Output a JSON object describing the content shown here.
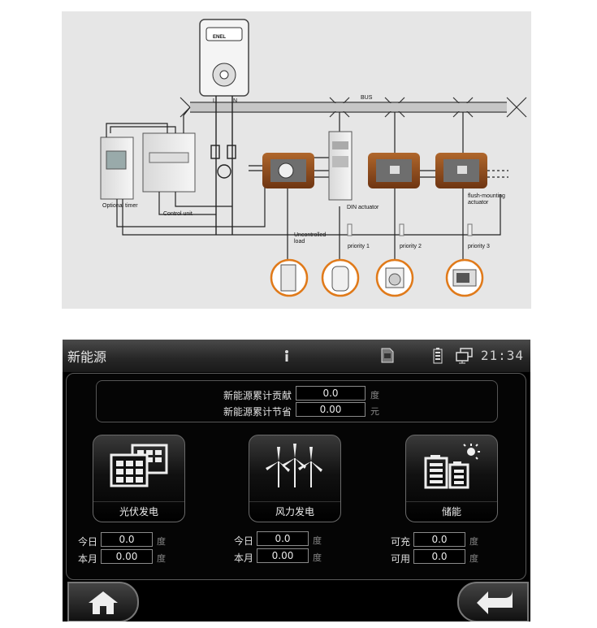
{
  "diagram": {
    "labels": {
      "meter_brand": "ENEL",
      "l": "L",
      "n": "N",
      "bus": "BUS",
      "optional_timer": "Optional timer",
      "control_unit": "Control unit",
      "din_actuator": "DIN actuator",
      "uncontrolled_load_1": "Uncontrolled",
      "uncontrolled_load_2": "load",
      "priority_1": "priority  1",
      "priority_2": "priority  2",
      "priority_3": "priority  3",
      "flush_mounting_1": "flush-mounting",
      "flush_mounting_2": "actuator"
    }
  },
  "panel": {
    "title": "新能源",
    "clock": "21:34",
    "summary": {
      "rows": [
        {
          "label": "新能源累计贡献",
          "value": "0.0",
          "unit": "度"
        },
        {
          "label": "新能源累计节省",
          "value": "0.00",
          "unit": "元"
        }
      ]
    },
    "cards": [
      {
        "label": "光伏发电",
        "icon": "solar-panel-icon",
        "fields": [
          {
            "label": "今日",
            "value": "0.0",
            "unit": "度"
          },
          {
            "label": "本月",
            "value": "0.00",
            "unit": "度"
          }
        ]
      },
      {
        "label": "风力发电",
        "icon": "wind-turbine-icon",
        "fields": [
          {
            "label": "今日",
            "value": "0.0",
            "unit": "度"
          },
          {
            "label": "本月",
            "value": "0.00",
            "unit": "度"
          }
        ]
      },
      {
        "label": "储能",
        "icon": "battery-storage-icon",
        "fields": [
          {
            "label": "可充",
            "value": "0.0",
            "unit": "度"
          },
          {
            "label": "可用",
            "value": "0.0",
            "unit": "度"
          }
        ]
      }
    ]
  },
  "colors": {
    "panel_bg": "#000000",
    "topbar": "#303030",
    "text": "#e8e8e8",
    "unit_text": "#8a8a8a",
    "wood_socket": "#8b4a1e"
  }
}
